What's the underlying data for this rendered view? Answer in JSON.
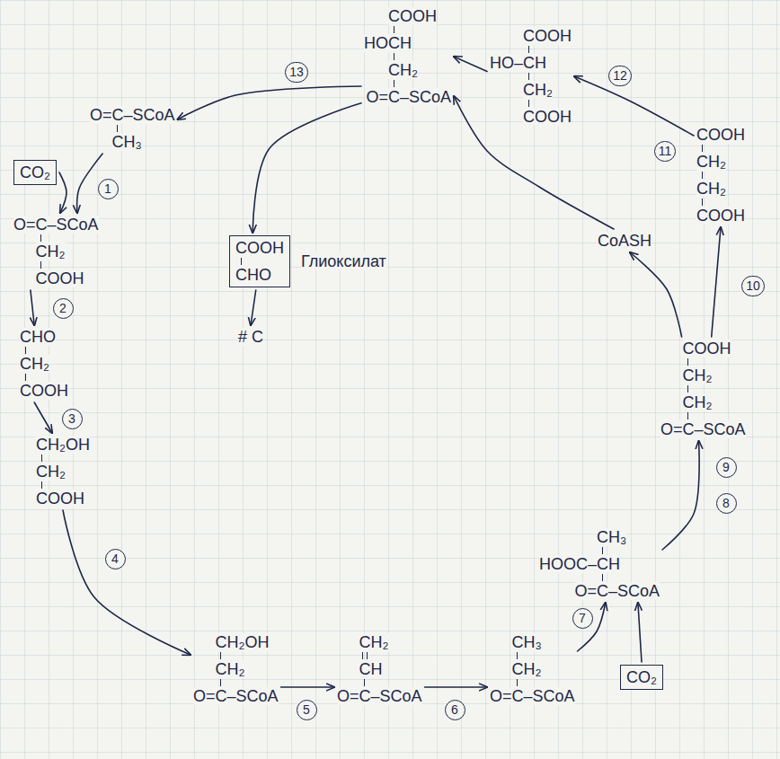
{
  "diagram": {
    "nodes": [
      {
        "text": [
          "COOH",
          "HOCH",
          "CH₂",
          "O=C–SCoA"
        ]
      },
      {
        "text": [
          "COOH",
          "HO–CH",
          "CH₂",
          "COOH"
        ]
      },
      {
        "text": [
          "O=C–SCoA",
          "CH₃"
        ]
      },
      {
        "text": [
          "COOH",
          "CH₂",
          "CH₂",
          "COOH"
        ]
      },
      {
        "text": [
          "CO₂"
        ]
      },
      {
        "text": [
          "O=C–SCoA",
          "CH₂",
          "COOH"
        ]
      },
      {
        "text": [
          "CoASH"
        ]
      },
      {
        "text": [
          "COOH",
          "CHO",
          "Глиоксилат"
        ]
      },
      {
        "text": [
          "# C"
        ]
      },
      {
        "text": [
          "CHO",
          "CH₂",
          "COOH"
        ]
      },
      {
        "text": [
          "COOH",
          "CH₂",
          "CH₂",
          "O=C–SCoA"
        ]
      },
      {
        "text": [
          "CH₂OH",
          "CH₂",
          "COOH"
        ]
      },
      {
        "text": [
          "CH₃",
          "HOOC–CH",
          "O=C–SCoA"
        ]
      },
      {
        "text": [
          "CH₂OH",
          "CH₂",
          "O=C–SCoA"
        ]
      },
      {
        "text": [
          "CH₂",
          "CH",
          "O=C–SCoA"
        ]
      },
      {
        "text": [
          "CH₃",
          "CH₂",
          "O=C–SCoA"
        ]
      },
      {
        "text": [
          "CO₂"
        ]
      }
    ],
    "edges": [
      {
        "from": 2,
        "to": 5,
        "arrow": "to",
        "label": "1"
      },
      {
        "from": 4,
        "to": 5,
        "arrow": "to"
      },
      {
        "from": 5,
        "to": 9,
        "arrow": "to",
        "label": "2"
      },
      {
        "from": 9,
        "to": 11,
        "arrow": "to",
        "label": "3"
      },
      {
        "from": 11,
        "to": 13,
        "arrow": "to",
        "label": "4"
      },
      {
        "from": 13,
        "to": 14,
        "arrow": "to",
        "label": "5"
      },
      {
        "from": 14,
        "to": 15,
        "arrow": "to",
        "label": "6"
      },
      {
        "from": 15,
        "to": 12,
        "arrow": "to",
        "label": "7"
      },
      {
        "from": 16,
        "to": 12,
        "arrow": "to"
      },
      {
        "from": 12,
        "to": 10,
        "arrow": "to",
        "label": "8"
      },
      {
        "from": 10,
        "to": 3,
        "arrow": "to",
        "label": "10"
      },
      {
        "from": 10,
        "to": 6,
        "arrow": "to"
      },
      {
        "from": 3,
        "to": 1,
        "arrow": "to",
        "label": "11"
      },
      {
        "from": 1,
        "to": 0,
        "arrow": "to"
      },
      {
        "from": 6,
        "to": 0,
        "arrow": "to"
      },
      {
        "from": 0,
        "to": 2,
        "arrow": "to",
        "label": "13"
      },
      {
        "from": 0,
        "to": 7,
        "arrow": "to"
      },
      {
        "from": 7,
        "to": 8,
        "arrow": "to"
      }
    ],
    "labels": [
      "9",
      "12"
    ]
  }
}
